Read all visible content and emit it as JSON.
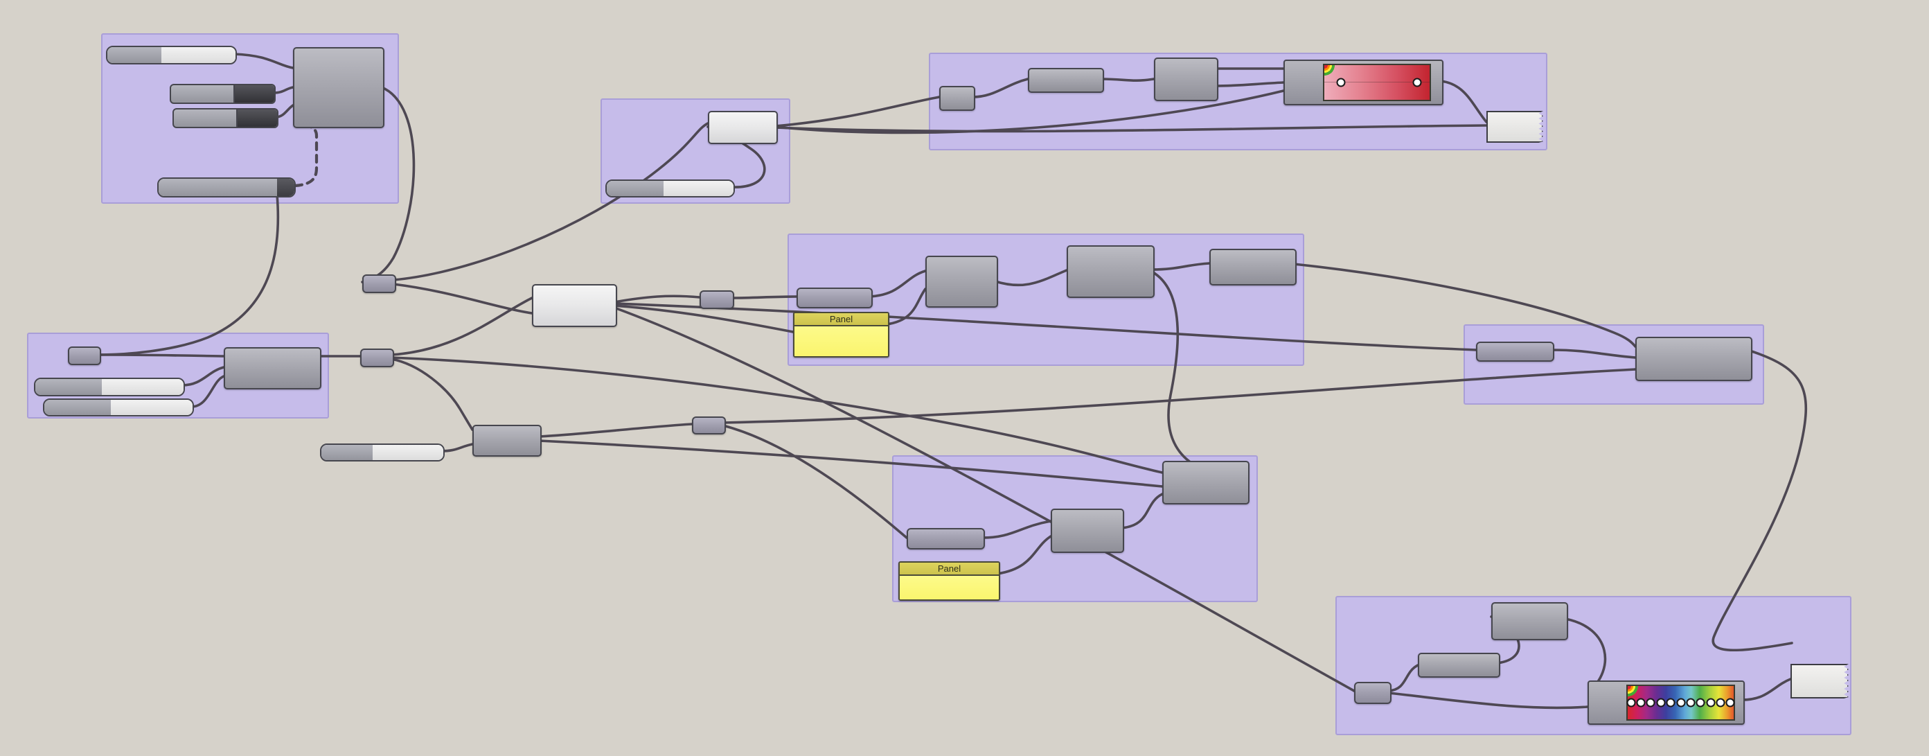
{
  "app": {
    "type": "node-graph-canvas",
    "background_color": "#d6d2ca",
    "group_color": "#c6bcea",
    "wire_color": "#4e4853",
    "component_color": "#9d9da6",
    "selected_text": ""
  },
  "panels": {
    "middle_panel_title": "Panel",
    "bottom_panel_title": "Panel"
  },
  "groups": [
    {
      "name": "group-top-left",
      "component_count": 5
    },
    {
      "name": "group-top-middle",
      "component_count": 2
    },
    {
      "name": "group-top-right",
      "component_count": 5
    },
    {
      "name": "group-middle",
      "component_count": 5
    },
    {
      "name": "group-left",
      "component_count": 4
    },
    {
      "name": "group-right-middle",
      "component_count": 2
    },
    {
      "name": "group-bottom-middle",
      "component_count": 4
    },
    {
      "name": "group-bottom-right",
      "component_count": 5
    }
  ],
  "gradients": {
    "red": {
      "control_points": 2,
      "dot_positions_pct": [
        16,
        88
      ],
      "stops": [
        "#efadbb",
        "#e4818f",
        "#d54f60",
        "#c3242f"
      ]
    },
    "rainbow": {
      "control_points": 11,
      "stops": [
        "#d8262c",
        "#cc2060",
        "#a12a88",
        "#6a2d92",
        "#3d3f9e",
        "#3766b5",
        "#5fa8d8",
        "#74c6c9",
        "#4fae4a",
        "#a2cf3e",
        "#e8e439",
        "#eb9b2d",
        "#e2572b"
      ]
    }
  },
  "wire_style": {
    "solid": "output-to-input",
    "dashed": "one dashed wire in top-left group"
  }
}
